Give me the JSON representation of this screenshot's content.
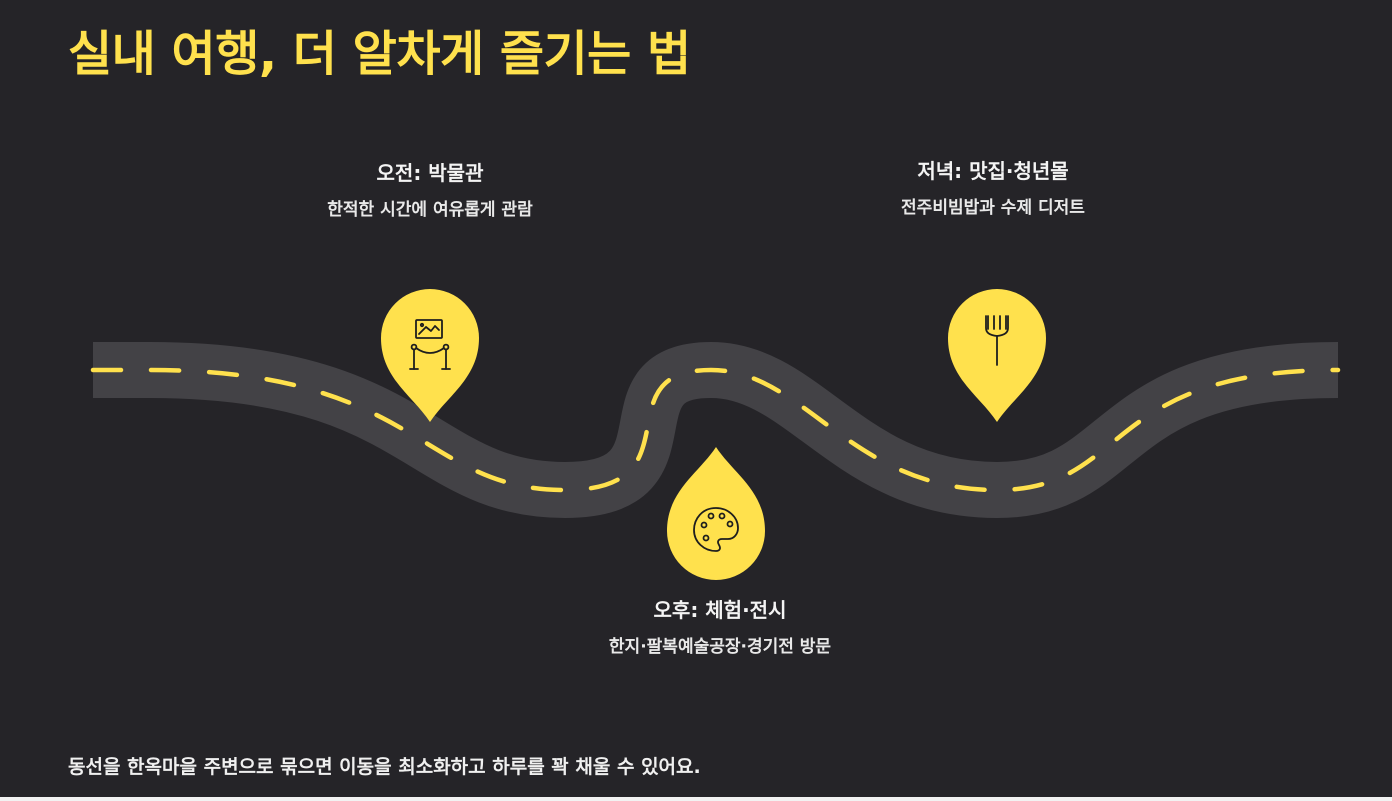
{
  "title": "실내 여행, 더 알차게 즐기는 법",
  "stops": {
    "morning": {
      "heading": "오전: 박물관",
      "description": "한적한 시간에 여유롭게 관람",
      "icon": "museum-exhibit-icon"
    },
    "afternoon": {
      "heading": "오후: 체험·전시",
      "description": "한지·팔복예술공장·경기전 방문",
      "icon": "palette-icon"
    },
    "evening": {
      "heading": "저녁: 맛집·청년몰",
      "description": "전주비빔밥과 수제 디저트",
      "icon": "fork-icon"
    }
  },
  "footer": "동선을 한옥마을 주변으로 묶으면 이동을 최소화하고 하루를 꽉 채울 수 있어요.",
  "colors": {
    "background": "#252428",
    "accent": "#FFE14D",
    "road": "#434246",
    "text": "#FFFFFF"
  }
}
